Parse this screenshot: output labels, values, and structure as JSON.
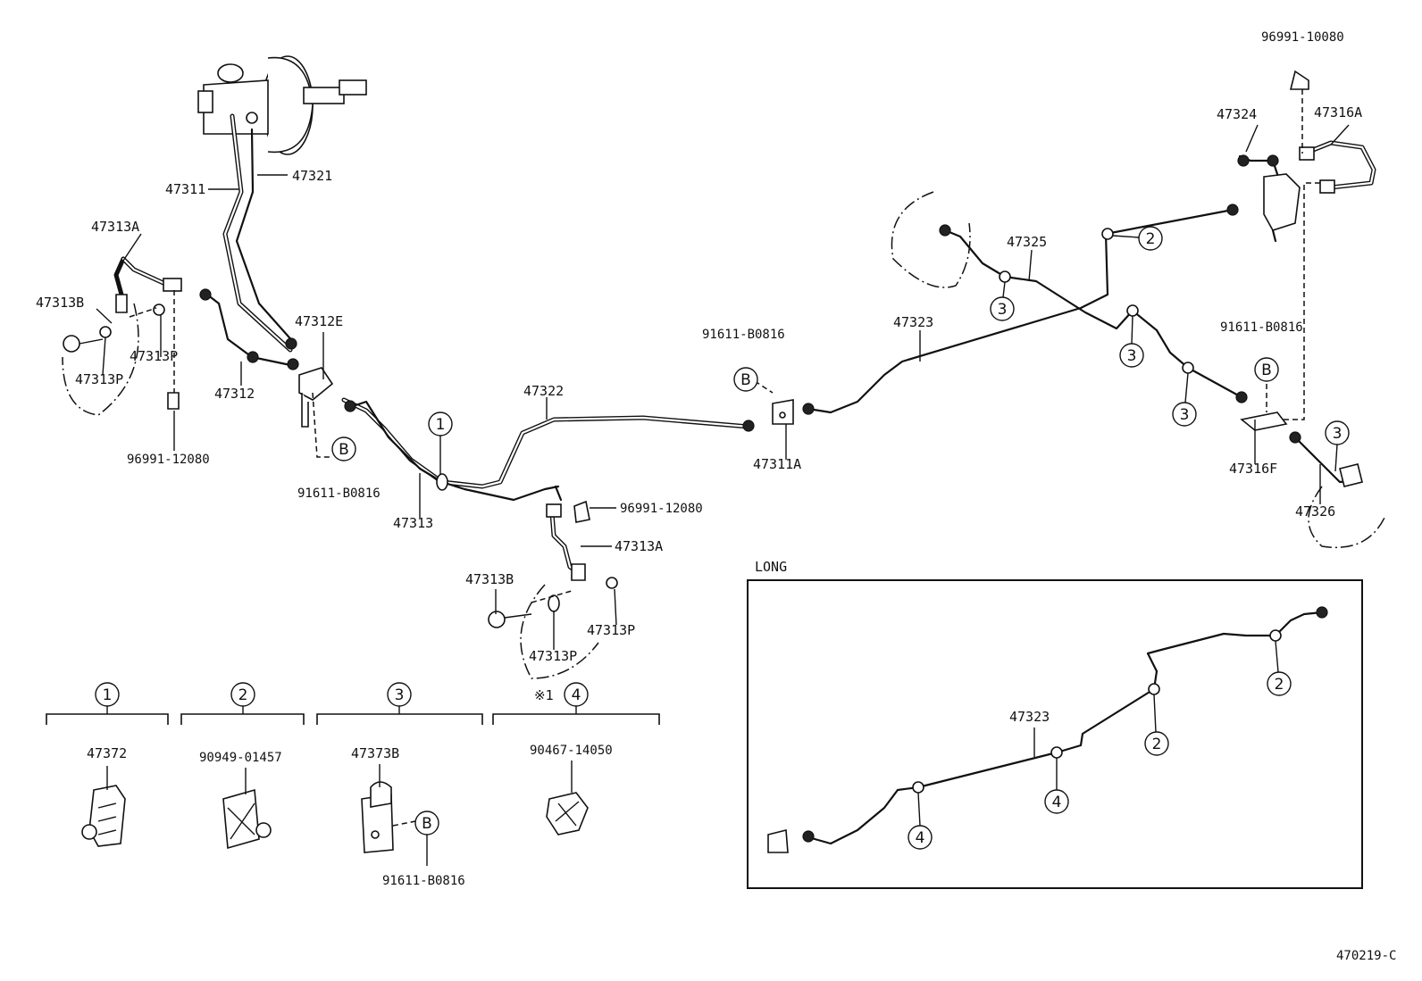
{
  "parts": {
    "p96991_10080": "96991-10080",
    "p47324": "47324",
    "p47316A": "47316A",
    "p47313A_top": "47313A",
    "p47311": "47311",
    "p47321": "47321",
    "p47313B_top": "47313B",
    "p47313P_a": "47313P",
    "p47313P_b": "47313P",
    "p47312": "47312",
    "p47312E": "47312E",
    "p96991_12080_left": "96991-12080",
    "p91611_B0816_left": "91611-B0816",
    "p47313": "47313",
    "p47322": "47322",
    "p91611_B0816_mid": "91611-B0816",
    "p47311A": "47311A",
    "p47325": "47325",
    "p47323": "47323",
    "p91611_B0816_right": "91611-B0816",
    "p47316F": "47316F",
    "p47326": "47326",
    "p96991_12080_mid": "96991-12080",
    "p47313A_mid": "47313A",
    "p47313B_mid": "47313B",
    "p47313P_c": "47313P",
    "p47313P_d": "47313P",
    "p47372": "47372",
    "p90949_01457": "90949-01457",
    "p47373B": "47373B",
    "p91611_B0816_bottom": "91611-B0816",
    "p90467_14050": "90467-14050",
    "p47323_long": "47323"
  },
  "long_label": "LONG",
  "note_mark": "※1",
  "figure_code": "470219-C",
  "callouts": {
    "one": "1",
    "two": "2",
    "three": "3",
    "four": "4",
    "b": "B"
  }
}
